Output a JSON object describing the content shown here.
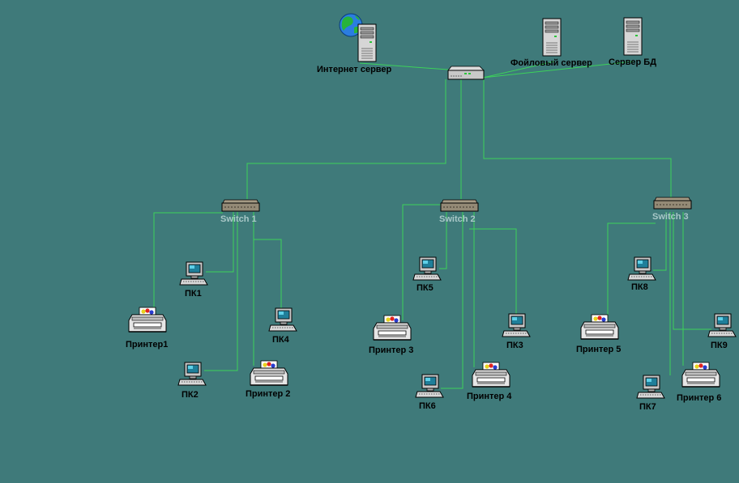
{
  "colors": {
    "background": "#3f7a7a",
    "link": "#3cd25a",
    "switch_label": "#a9c8c8"
  },
  "servers": {
    "internet": {
      "label": "Интернет сервер",
      "icon": "server-globe-icon"
    },
    "file": {
      "label": "Фойловый сервер",
      "icon": "server-tower-icon"
    },
    "db": {
      "label": "Сервер БД",
      "icon": "server-tower-icon"
    }
  },
  "core_switch": {
    "icon": "router-icon"
  },
  "switches": {
    "sw1": {
      "label": "Switch 1",
      "icon": "switch-icon"
    },
    "sw2": {
      "label": "Switch 2",
      "icon": "switch-icon"
    },
    "sw3": {
      "label": "Switch 3",
      "icon": "switch-icon"
    }
  },
  "pcs": {
    "pc1": {
      "label": "ПК1",
      "icon": "pc-icon"
    },
    "pc2": {
      "label": "ПК2",
      "icon": "pc-icon"
    },
    "pc3": {
      "label": "ПК3",
      "icon": "pc-icon"
    },
    "pc4": {
      "label": "ПК4",
      "icon": "pc-icon"
    },
    "pc5": {
      "label": "ПК5",
      "icon": "pc-icon"
    },
    "pc6": {
      "label": "ПК6",
      "icon": "pc-icon"
    },
    "pc7": {
      "label": "ПК7",
      "icon": "pc-icon"
    },
    "pc8": {
      "label": "ПК8",
      "icon": "pc-icon"
    },
    "pc9": {
      "label": "ПК9",
      "icon": "pc-icon"
    }
  },
  "printers": {
    "pr1": {
      "label": "Принтер1",
      "icon": "printer-icon"
    },
    "pr2": {
      "label": "Принтер 2",
      "icon": "printer-icon"
    },
    "pr3": {
      "label": "Принтер 3",
      "icon": "printer-icon"
    },
    "pr4": {
      "label": "Принтер 4",
      "icon": "printer-icon"
    },
    "pr5": {
      "label": "Принтер 5",
      "icon": "printer-icon"
    },
    "pr6": {
      "label": "Принтер 6",
      "icon": "printer-icon"
    }
  }
}
